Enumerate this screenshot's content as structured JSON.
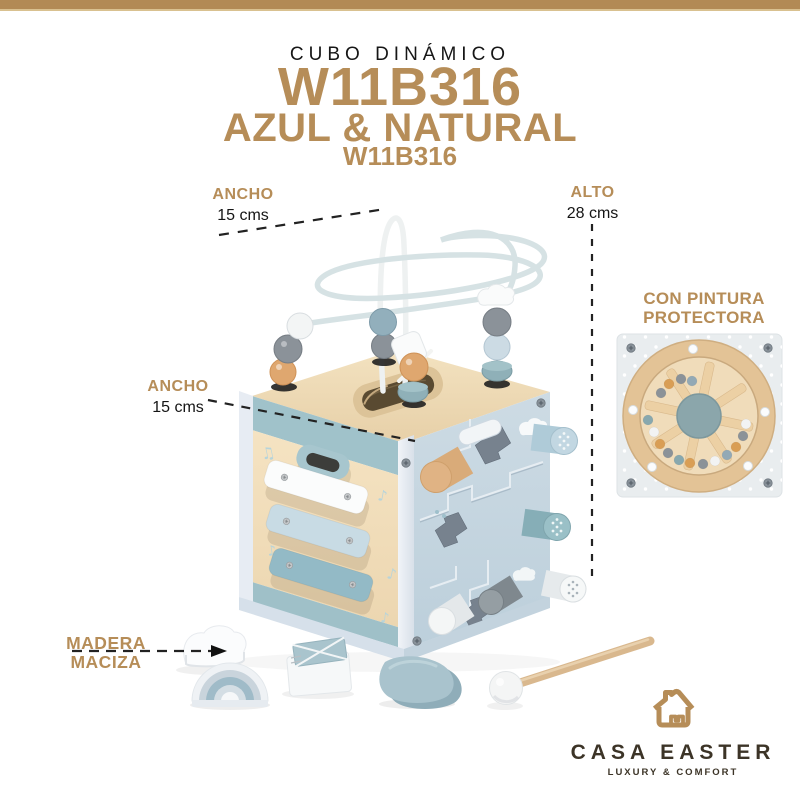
{
  "colors": {
    "accent": "#b68d58",
    "text": "#161616",
    "logo_text": "#3c3427",
    "strip": "#b28a55",
    "strip_edge": "#d9c190",
    "wood_light": "#f4e3c3",
    "wood": "#eed9b4",
    "wood_shade": "#e3caa1",
    "band_teal": "#a0c2ca",
    "face_blue": "#c8d6e1",
    "edge_pale": "#e7ecf3",
    "bar_white": "#fbfcfc",
    "bar_blue": "#c8dbe4",
    "bar_teal": "#93bac6",
    "wire": "#d6e2e4",
    "wire_white": "#eef1f1",
    "bead_orange": "#dfa76f",
    "bead_gray": "#8b9299",
    "bead_blue": "#92afbc",
    "bead_light": "#ccdbe4",
    "bead_white": "#f3f5f5",
    "bead_teal": "#8fb0b8",
    "peg_wood": "#e0b384",
    "panel_bg": "#e9edef",
    "ring_wood": "#e3c396",
    "ring_face": "#f0dcba",
    "maze_center": "#8ba6ab",
    "hole_dark": "#77828e"
  },
  "header": {
    "kicker": "CUBO DINÁMICO",
    "sku": "W11B316",
    "title": "AZUL & NATURAL",
    "sku_small": "W11B316"
  },
  "dimensions": {
    "ancho_top": {
      "label": "ANCHO",
      "value": "15 cms"
    },
    "alto": {
      "label": "ALTO",
      "value": "28 cms"
    },
    "ancho_side": {
      "label": "ANCHO",
      "value": "15 cms"
    }
  },
  "material_callout": {
    "line1": "MADERA",
    "line2": "MACIZA"
  },
  "feature_callout": {
    "line1": "CON PINTURA",
    "line2": "PROTECTORA"
  },
  "brand": {
    "name": "CASA EASTER",
    "tagline": "LUXURY & COMFORT"
  },
  "decor": {
    "note_double": "♫",
    "note_single": "♪"
  }
}
